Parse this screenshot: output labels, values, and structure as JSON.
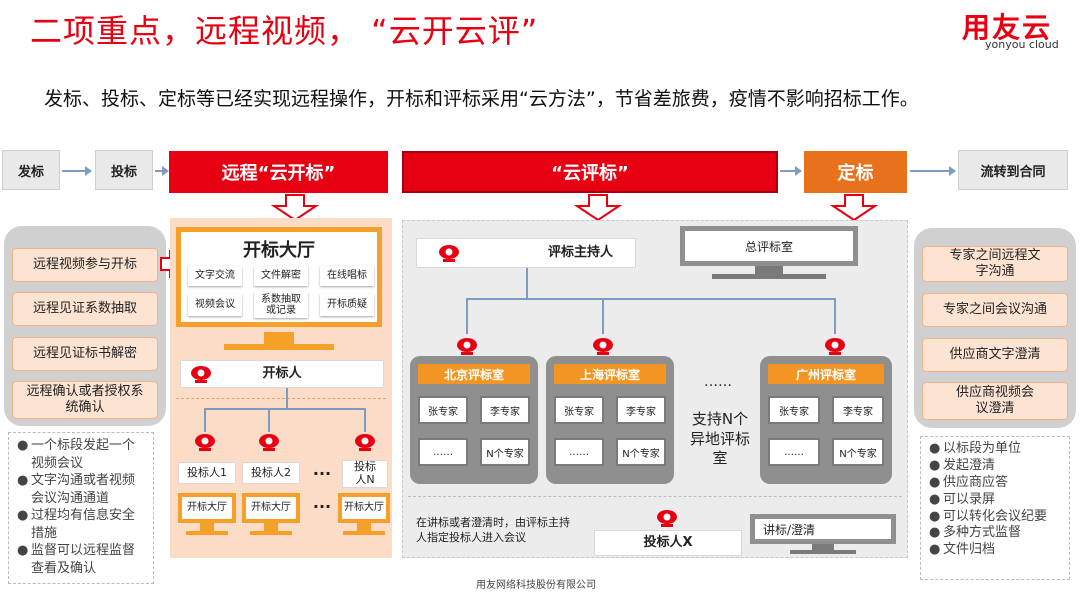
{
  "header": {
    "title": "二项重点，远程视频，  “云开云评”",
    "subtitle": "发标、投标、定标等已经实现远程操作，开标和评标采用“云方法”，节省差旅费，疫情不影响招标工作。",
    "logo_cn": "用友云",
    "logo_en": "yonyou cloud"
  },
  "flow": {
    "fabiao": "发标",
    "toubiao": "投标",
    "kaibiao": "远程“云开标”",
    "pingbiao": "“云评标”",
    "dingbiao": "定标",
    "contract": "流转到合同"
  },
  "colors": {
    "primary_red": "#e60012",
    "orange": "#e8721c",
    "room_title": "#f39522"
  },
  "left_panel": {
    "items": [
      "远程视频参与开标",
      "远程见证系数抽取",
      "远程见证标书解密",
      "远程确认或者授权系统确认"
    ],
    "bullets": [
      "一个标段发起一个视频会议",
      "文字沟通或者视频会议沟通通道",
      "过程均有信息安全措施",
      "监督可以远程监督查看及确认"
    ]
  },
  "kaibiao": {
    "hall_title": "开标大厅",
    "tiles": [
      "文字交流",
      "文件解密",
      "在线唱标",
      "视频会议",
      "系数抽取或记录",
      "开标质疑"
    ],
    "opener": "开标人",
    "bidders": [
      "投标人1",
      "投标人2",
      "投标人N"
    ],
    "dots": "···",
    "bidder_hall": "开标大厅"
  },
  "pingbiao": {
    "host": "评标主持人",
    "main_room": "总评标室",
    "rooms": [
      "北京评标室",
      "上海评标室",
      "广州评标室"
    ],
    "experts": [
      "张专家",
      "李专家",
      "……",
      "N个专家"
    ],
    "ellipsis": "……",
    "support": "支持N个异地评标室",
    "note": "在讲标或者澄清时，由评标主持人指定投标人进入会议",
    "bidder_x": "投标人X",
    "clarify": "讲标/澄清"
  },
  "right_panel": {
    "items": [
      "专家之间远程文字沟通",
      "专家之间会议沟通",
      "供应商文字澄清",
      "供应商视频会议澄清"
    ],
    "bullets": [
      "以标段为单位",
      "发起澄清",
      "供应商应答",
      "可以录屏",
      "可以转化会议纪要",
      "多种方式监督",
      "文件归档"
    ]
  },
  "footer": "用友网络科技股份有限公司"
}
